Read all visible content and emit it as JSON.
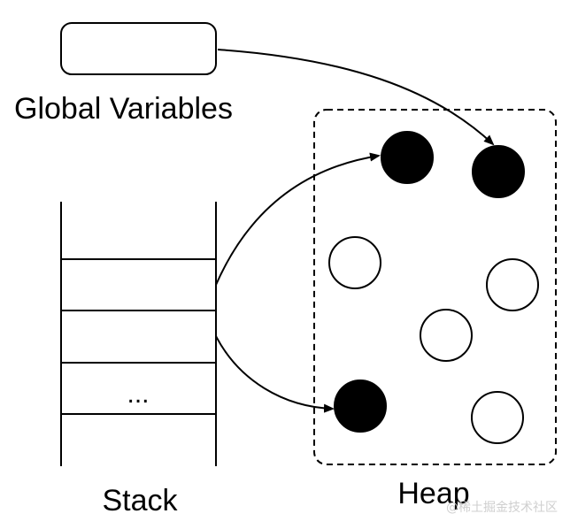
{
  "labels": {
    "global": "Global Variables",
    "stack": "Stack",
    "heap": "Heap",
    "ellipsis": "...",
    "watermark": "@稀土掘金技术社区"
  },
  "heap_objects": [
    {
      "id": "obj-top-left",
      "state": "filled"
    },
    {
      "id": "obj-top-right",
      "state": "filled"
    },
    {
      "id": "obj-mid-left",
      "state": "hollow"
    },
    {
      "id": "obj-mid-right",
      "state": "hollow"
    },
    {
      "id": "obj-center",
      "state": "hollow"
    },
    {
      "id": "obj-bottom-left",
      "state": "filled"
    },
    {
      "id": "obj-bottom-right",
      "state": "hollow"
    }
  ],
  "references": [
    {
      "from": "global-variable-box",
      "to": "obj-top-right"
    },
    {
      "from": "stack-frame-1",
      "to": "obj-top-left"
    },
    {
      "from": "stack-frame-2",
      "to": "obj-bottom-left"
    }
  ],
  "colors": {
    "filled": "#000000",
    "hollow": "#ffffff",
    "stroke": "#000000"
  }
}
